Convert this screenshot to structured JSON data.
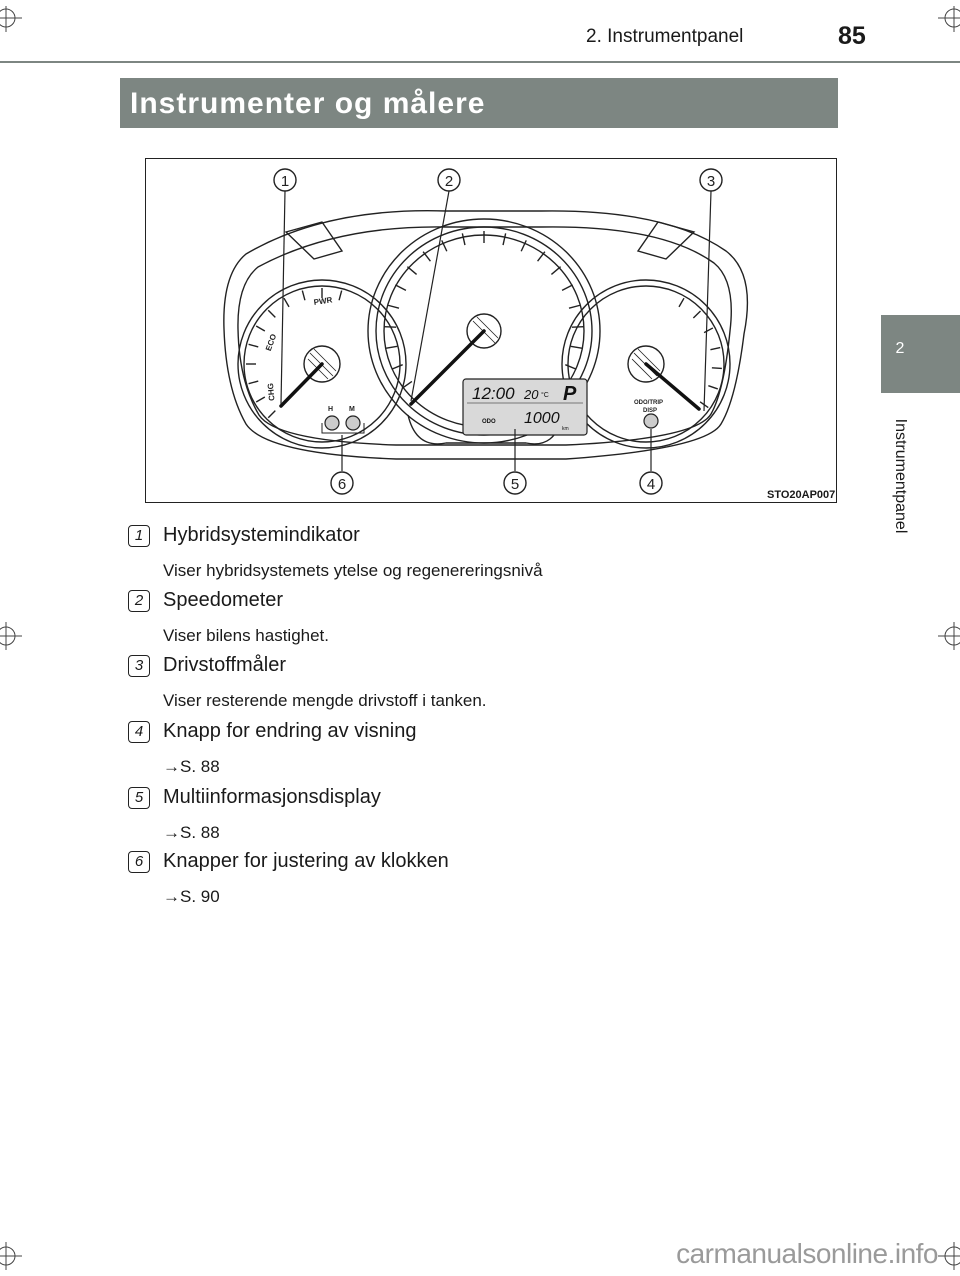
{
  "header": {
    "running_title": "2. Instrumentpanel",
    "page_number": "85"
  },
  "section": {
    "title": "Instrumenter og målere"
  },
  "side_tab": {
    "number": "2",
    "label": "Instrumentpanel"
  },
  "figure": {
    "code": "STO20AP007",
    "callouts": [
      "1",
      "2",
      "3",
      "6",
      "5",
      "4"
    ],
    "gauge_labels": {
      "pwr": "PWR",
      "eco": "ECO",
      "chg": "CHG",
      "h": "H",
      "m": "M",
      "odo_trip_line1": "ODO/TRIP",
      "odo_trip_line2": "DISP"
    },
    "display": {
      "clock": "12:00",
      "temperature": "20",
      "temperature_unit": "°C",
      "gear": "P",
      "odo_label": "ODO",
      "odometer": "1000",
      "distance_unit": "km"
    }
  },
  "items": [
    {
      "number": "1",
      "title": "Hybridsystemindikator",
      "description": "Viser hybridsystemets ytelse og regenereringsnivå"
    },
    {
      "number": "2",
      "title": "Speedometer",
      "description": "Viser bilens hastighet."
    },
    {
      "number": "3",
      "title": "Drivstoffmåler",
      "description": "Viser resterende mengde drivstoff i tanken."
    },
    {
      "number": "4",
      "title": "Knapp for endring av visning",
      "description": "→S. 88"
    },
    {
      "number": "5",
      "title": "Multiinformasjonsdisplay",
      "description": "→S. 88"
    },
    {
      "number": "6",
      "title": "Knapper for justering av klokken",
      "description": "→S. 90"
    }
  ],
  "footer": {
    "watermark": "carmanualsonline.info"
  }
}
